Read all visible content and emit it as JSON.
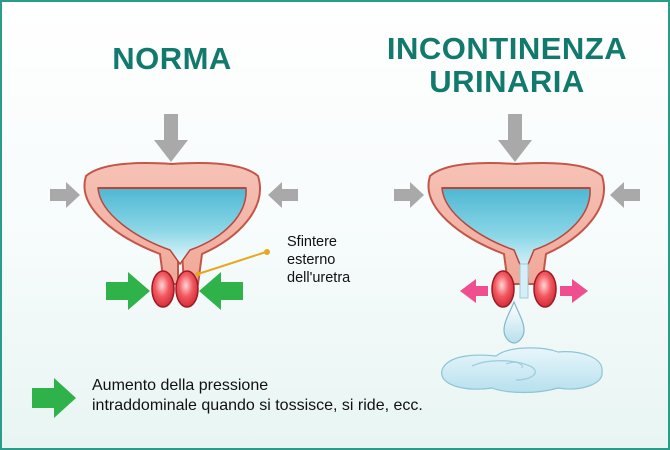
{
  "titles": {
    "norma": "NORMA",
    "incontinenza_line1": "INCONTINENZA",
    "incontinenza_line2": "URINARIA"
  },
  "annotation": {
    "line1": "Sfintere",
    "line2": "esterno",
    "line3": "dell'uretra"
  },
  "legend": {
    "line1": "Aumento della pressione",
    "line2": "intraddominale quando si tossisce, si ride, ecc.",
    "arrow_icon": "green-right-arrow-icon"
  },
  "colors": {
    "title": "#117a6c",
    "bladder_wall": "#f2b4a8",
    "bladder_outline": "#c2564a",
    "urine": "#5ec3da",
    "pressure_arrow": "#a9a9a9",
    "green_arrow": "#2fb24a",
    "pink_arrow": "#ef4f8f",
    "sphincter": "#e23a4a"
  }
}
